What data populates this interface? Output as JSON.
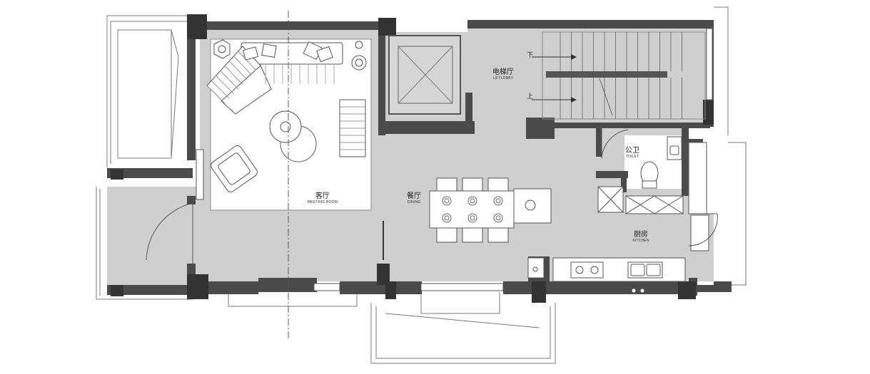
{
  "rooms": {
    "living": {
      "name_cn": "客厅",
      "name_en": "MEETING ROOM"
    },
    "dining": {
      "name_cn": "餐厅",
      "name_en": "DINING"
    },
    "liftlobby": {
      "name_cn": "电梯厅",
      "name_en": "LIFTLOBBY"
    },
    "toilet": {
      "name_cn": "公卫",
      "name_en": "TOILET"
    },
    "kitchen": {
      "name_cn": "厨房",
      "name_en": "KITCHEN"
    }
  },
  "stairs": {
    "down_label": "下",
    "up_label": "上"
  },
  "colors": {
    "floor": "#cfcfcf",
    "wall": "#4a4a4a",
    "column": "#333333",
    "rug": "#ffffff",
    "line": "#555555"
  }
}
